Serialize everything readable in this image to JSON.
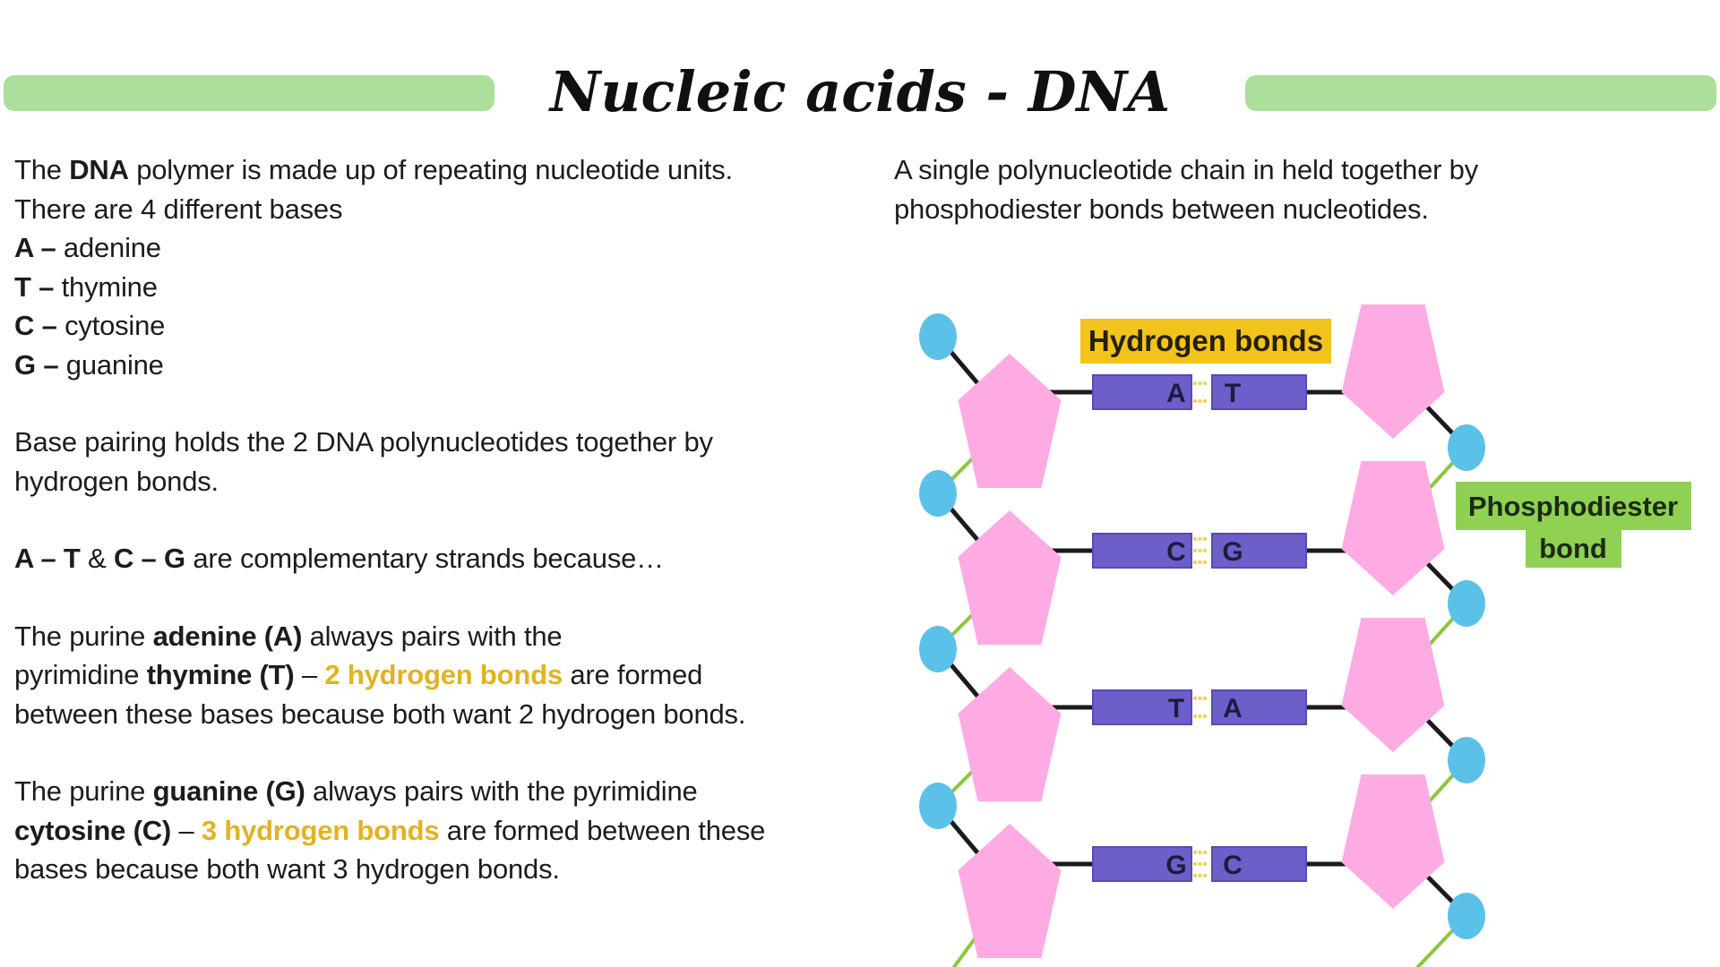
{
  "page": {
    "title": "Nucleic acids - DNA"
  },
  "colors": {
    "title_bar_green": "#ACDF9B",
    "body_text": "#1c1c1c",
    "gold_text": "#E2B221",
    "pentagon_pink": "#FFABE3",
    "circle_blue": "#5BC1E8",
    "bar_purple": "#6C5FC9",
    "bar_purple_stroke": "#564CB2",
    "bar_letter": "#1C1C3C",
    "hydrogen_label_bg": "#F2C31A",
    "hydrogen_label_text": "#262008",
    "phospho_label_bg": "#8ED153",
    "phospho_label_text": "#1D2A12",
    "strand_green": "#8CC63E",
    "strand_black": "#1b1b1b",
    "bond_dot": "#EFD25C"
  },
  "left_column": {
    "paragraphs": [
      {
        "lines": [
          [
            {
              "t": "The "
            },
            {
              "t": "DNA",
              "b": true
            },
            {
              "t": " polymer is made up of repeating nucleotide units."
            }
          ],
          [
            {
              "t": "There are 4 different bases"
            }
          ],
          [
            {
              "t": "A – ",
              "b": true
            },
            {
              "t": "adenine"
            }
          ],
          [
            {
              "t": "T – ",
              "b": true
            },
            {
              "t": "thymine"
            }
          ],
          [
            {
              "t": "C – ",
              "b": true
            },
            {
              "t": "cytosine"
            }
          ],
          [
            {
              "t": "G – ",
              "b": true
            },
            {
              "t": "guanine"
            }
          ]
        ]
      },
      {
        "lines": [
          [
            {
              "t": "Base pairing holds the 2 DNA polynucleotides together by"
            }
          ],
          [
            {
              "t": "hydrogen bonds."
            }
          ]
        ]
      },
      {
        "lines": [
          [
            {
              "t": "A – T",
              "b": true
            },
            {
              "t": " & "
            },
            {
              "t": "C – G",
              "b": true
            },
            {
              "t": " are complementary strands because…"
            }
          ]
        ]
      },
      {
        "lines": [
          [
            {
              "t": "The purine "
            },
            {
              "t": "adenine (A)",
              "b": true
            },
            {
              "t": " always pairs with the"
            }
          ],
          [
            {
              "t": "pyrimidine "
            },
            {
              "t": "thymine (T)",
              "b": true
            },
            {
              "t": " – "
            },
            {
              "t": "2 hydrogen bonds",
              "b": true,
              "c": "#E2B221"
            },
            {
              "t": " are formed"
            }
          ],
          [
            {
              "t": "between these bases because both want 2 hydrogen bonds."
            }
          ]
        ]
      },
      {
        "lines": [
          [
            {
              "t": "The purine "
            },
            {
              "t": "guanine (G)",
              "b": true
            },
            {
              "t": " always  pairs with the pyrimidine"
            }
          ],
          [
            {
              "t": "cytosine (C)",
              "b": true
            },
            {
              "t": " – "
            },
            {
              "t": "3 hydrogen bonds",
              "b": true,
              "c": "#E2B221"
            },
            {
              "t": " are formed between these"
            }
          ],
          [
            {
              "t": "bases because both want 3 hydrogen bonds."
            }
          ]
        ]
      }
    ]
  },
  "right_column": {
    "paragraphs": [
      {
        "lines": [
          [
            {
              "t": "A single polynucleotide chain in held together by"
            }
          ],
          [
            {
              "t": "phosphodiester bonds between nucleotides."
            }
          ]
        ]
      }
    ]
  },
  "diagram": {
    "hydrogen_bonds_label": "Hydrogen bonds",
    "phosphodiester_label_line1": "Phosphodiester",
    "phosphodiester_label_line2": "bond",
    "rungs": [
      {
        "left_base": "A",
        "right_base": "T",
        "hydrogen_bond_count": 2
      },
      {
        "left_base": "C",
        "right_base": "G",
        "hydrogen_bond_count": 3
      },
      {
        "left_base": "T",
        "right_base": "A",
        "hydrogen_bond_count": 2
      },
      {
        "left_base": "G",
        "right_base": "C",
        "hydrogen_bond_count": 3
      }
    ]
  }
}
